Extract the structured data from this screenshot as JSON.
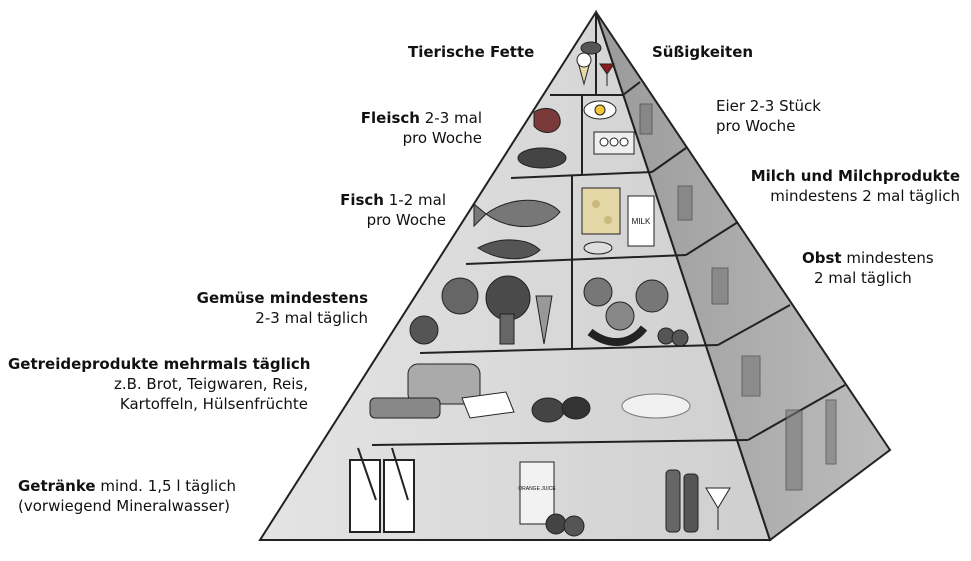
{
  "labels": {
    "tierische_fette": "Tierische Fette",
    "suessigkeiten": "Süßigkeiten",
    "fleisch": {
      "bold": "Fleisch",
      "rest1": " 2-3 mal",
      "line2": "pro Woche"
    },
    "eier": {
      "line1": "Eier 2-3 Stück",
      "line2": "pro Woche"
    },
    "fisch": {
      "bold": "Fisch",
      "rest1": " 1-2 mal",
      "line2": "pro Woche"
    },
    "milch": {
      "bold": "Milch und Milchprodukte",
      "line2": "mindestens 2 mal täglich"
    },
    "obst": {
      "bold": "Obst",
      "rest1": " mindestens",
      "line2": "2 mal täglich"
    },
    "gemuese": {
      "bold": "Gemüse mindestens",
      "line2": "2-3 mal täglich"
    },
    "getreide": {
      "bold": "Getreideprodukte mehrmals täglich",
      "line2": "z.B. Brot, Teigwaren, Reis,",
      "line3": "Kartoffeln, Hülsenfrüchte"
    },
    "getraenke": {
      "bold": "Getränke",
      "rest1": " mind. 1,5 l täglich",
      "line2": "(vorwiegend Mineralwasser)"
    }
  },
  "artwork": {
    "milk_carton_text": "MILK",
    "juice_carton_text": "ORANGE JUICE"
  },
  "colors": {
    "pyramid_front": "#dcdcdc",
    "pyramid_side": "#a8a8a8",
    "outline": "#222222"
  }
}
